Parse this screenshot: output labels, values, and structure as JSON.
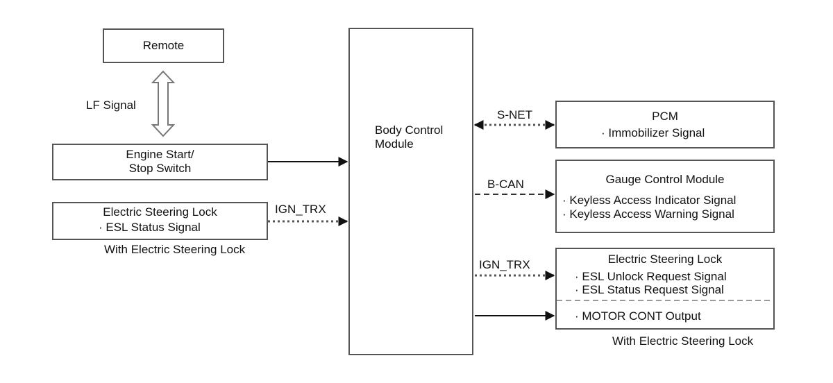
{
  "remote": {
    "label": "Remote"
  },
  "lf_signal": "LF Signal",
  "engine_switch": {
    "line1": "Engine Start/",
    "line2": "Stop Switch"
  },
  "esl_left": {
    "title": "Electric Steering Lock",
    "item": "· ESL Status Signal",
    "note": "With Electric Steering Lock"
  },
  "left_ign": "IGN_TRX",
  "bcm": {
    "line1": "Body Control",
    "line2": "Module"
  },
  "snet": "S-NET",
  "pcm": {
    "title": "PCM",
    "item": "· Immobilizer Signal"
  },
  "bcan": "B-CAN",
  "gauge": {
    "title": "Gauge Control Module",
    "items": [
      "· Keyless Access Indicator Signal",
      "· Keyless Access Warning Signal"
    ]
  },
  "right_ign": "IGN_TRX",
  "esl_right": {
    "title": "Electric Steering Lock",
    "items": [
      "· ESL Unlock Request Signal",
      "· ESL Status Request Signal"
    ],
    "motor": "· MOTOR CONT Output",
    "note": "With Electric Steering Lock"
  }
}
